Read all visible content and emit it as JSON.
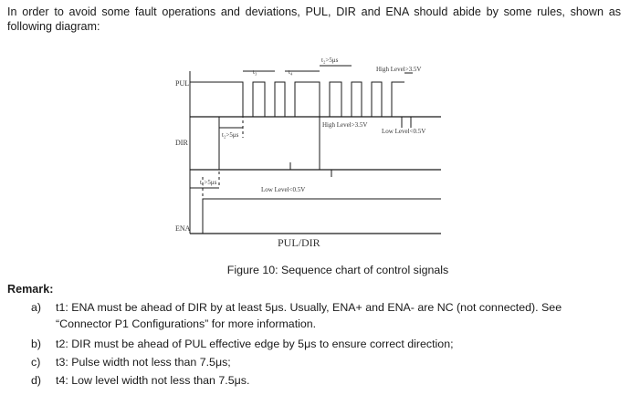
{
  "intro_text": "In order to avoid some fault operations and deviations, PUL, DIR and ENA should abide by some rules, shown as following diagram:",
  "diagram": {
    "signals": {
      "pul": "PUL",
      "dir": "DIR",
      "ena": "ENA"
    },
    "labels": {
      "t1": "t₁>5μs",
      "t2": "t₂>5μs",
      "t2_top": "t₂>5μs",
      "t3": "t₃",
      "t4": "t₄",
      "pul_high": "High Level>3.5V",
      "dir_high": "High Level>3.5V",
      "pul_low": "Low Level<0.5V",
      "dir_low": "Low Level<0.5V"
    },
    "axis_title": "PUL/DIR"
  },
  "caption": "Figure 10: Sequence chart of control signals",
  "remark_title": "Remark:",
  "remarks": [
    {
      "label": "a)",
      "line1": "t1: ENA must be ahead of DIR by at least 5μs. Usually, ENA+ and ENA- are NC (not connected). See",
      "line2": "“Connector P1 Configurations” for more information."
    },
    {
      "label": "b)",
      "line1": "t2: DIR must be ahead of PUL effective edge by 5μs to ensure correct direction;"
    },
    {
      "label": "c)",
      "line1": "t3: Pulse width not less than 7.5μs;"
    },
    {
      "label": "d)",
      "line1": "t4: Low level width not less than 7.5μs."
    }
  ]
}
